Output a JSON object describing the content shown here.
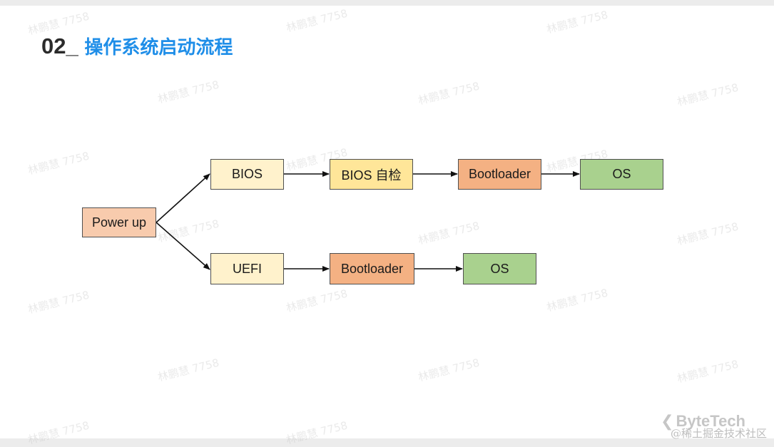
{
  "title": {
    "number": "02",
    "separator": "_",
    "text": "操作系统启动流程"
  },
  "watermark": "林鹏慧 7758",
  "nodes": {
    "power_up": "Power up",
    "bios": "BIOS",
    "bios_selftest": "BIOS 自检",
    "bootloader_bios": "Bootloader",
    "os_bios": "OS",
    "uefi": "UEFI",
    "bootloader_uefi": "Bootloader",
    "os_uefi": "OS"
  },
  "brand": {
    "icon": "bytetech-logo-icon",
    "name": "ByteTech"
  },
  "community": "@稀土掘金技术社区",
  "colors": {
    "title_blue": "#1f8ee8",
    "power": "#f8cbad",
    "firmware": "#fff2cc",
    "selftest": "#ffe699",
    "bootloader": "#f4b183",
    "os": "#a9d18e"
  }
}
